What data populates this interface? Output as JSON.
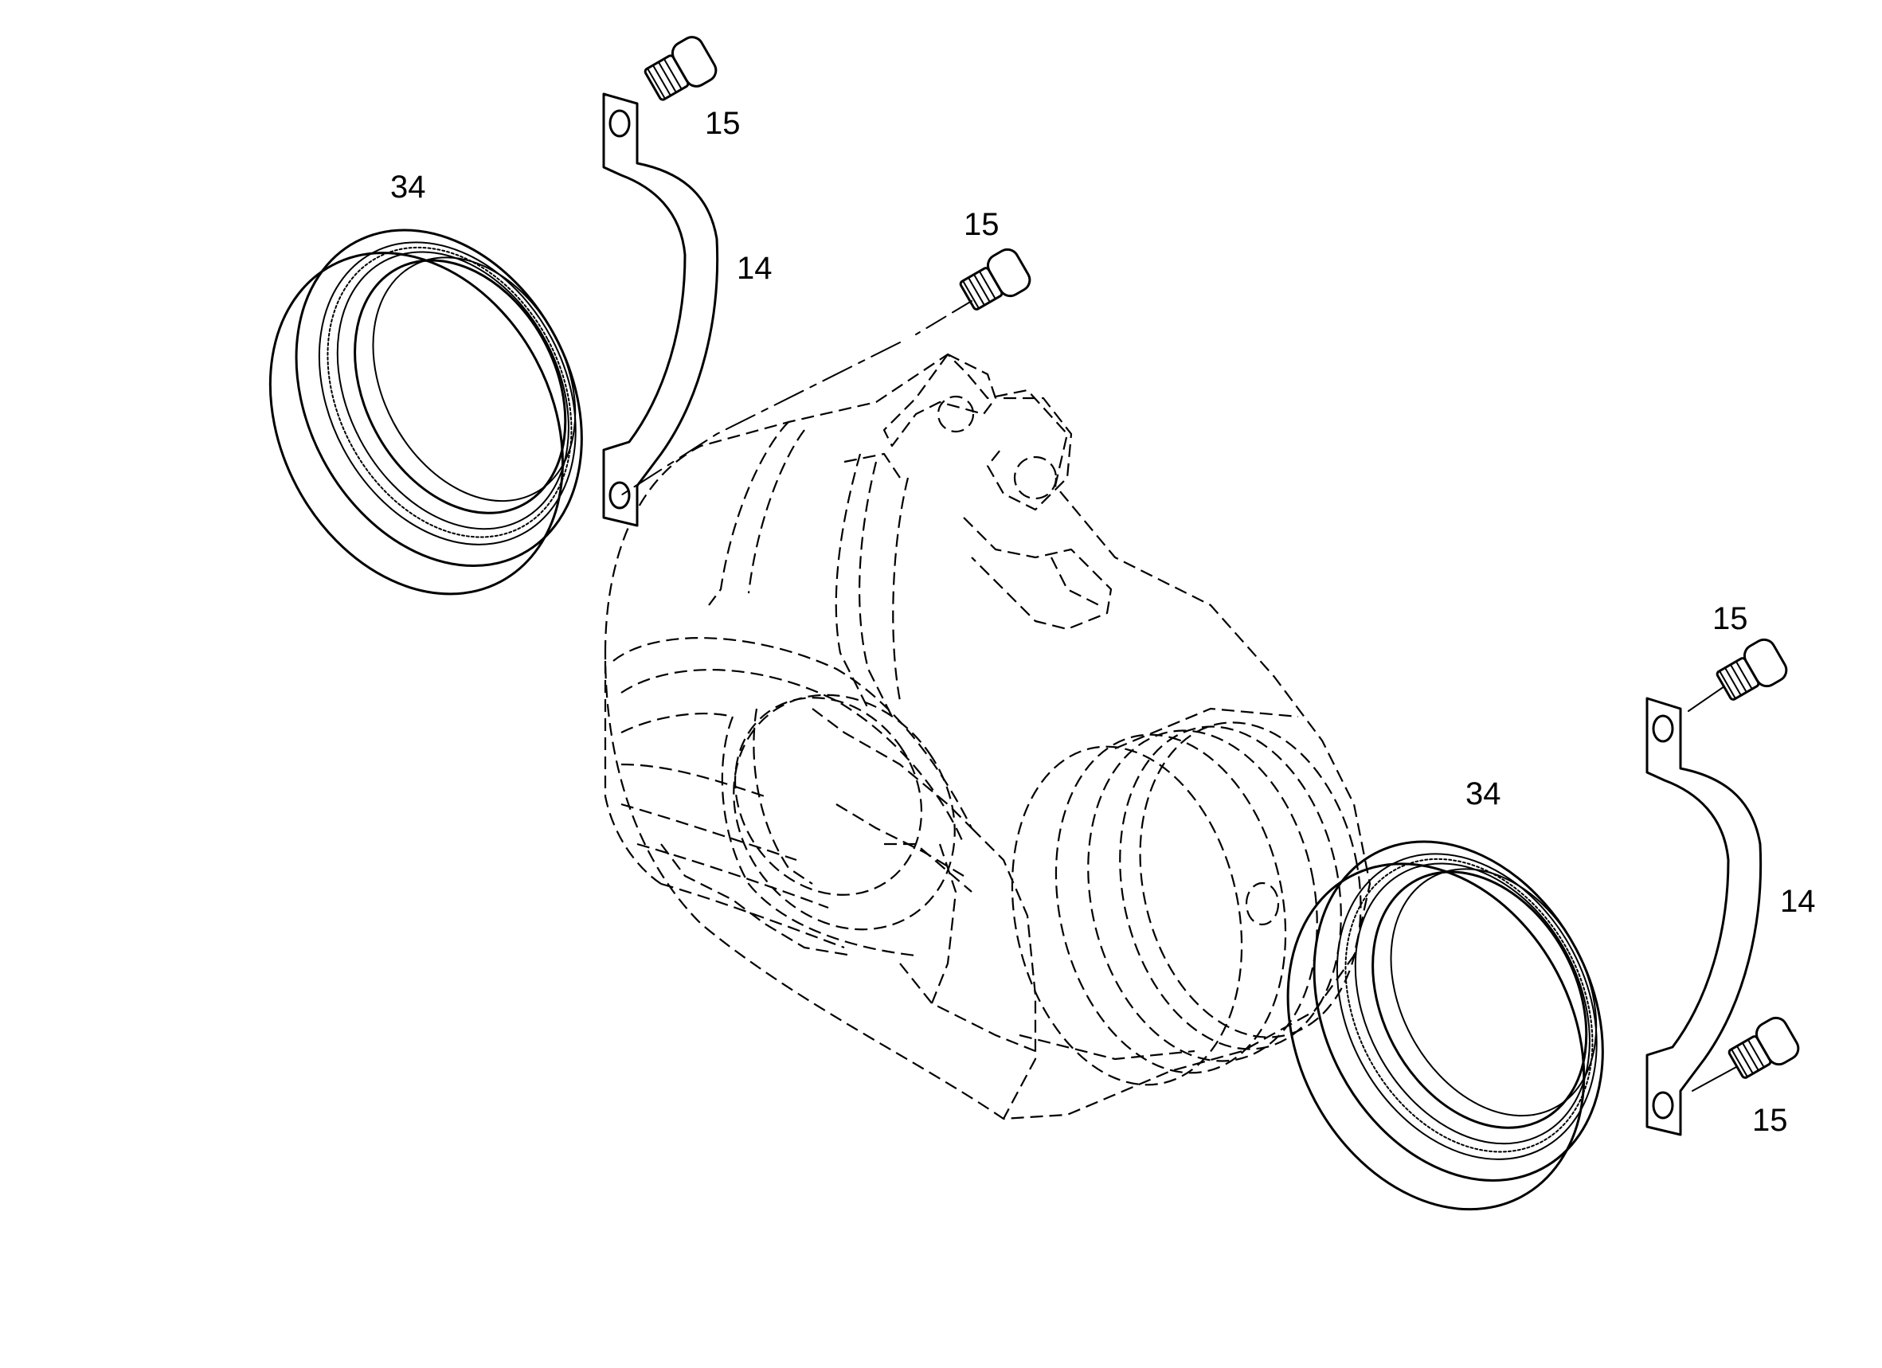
{
  "callouts": {
    "seal_left": "34",
    "seal_right": "34",
    "clamp_left": "14",
    "clamp_right": "14",
    "screw_top_left": "15",
    "screw_top_center": "15",
    "screw_right_upper": "15",
    "screw_right_lower": "15"
  }
}
